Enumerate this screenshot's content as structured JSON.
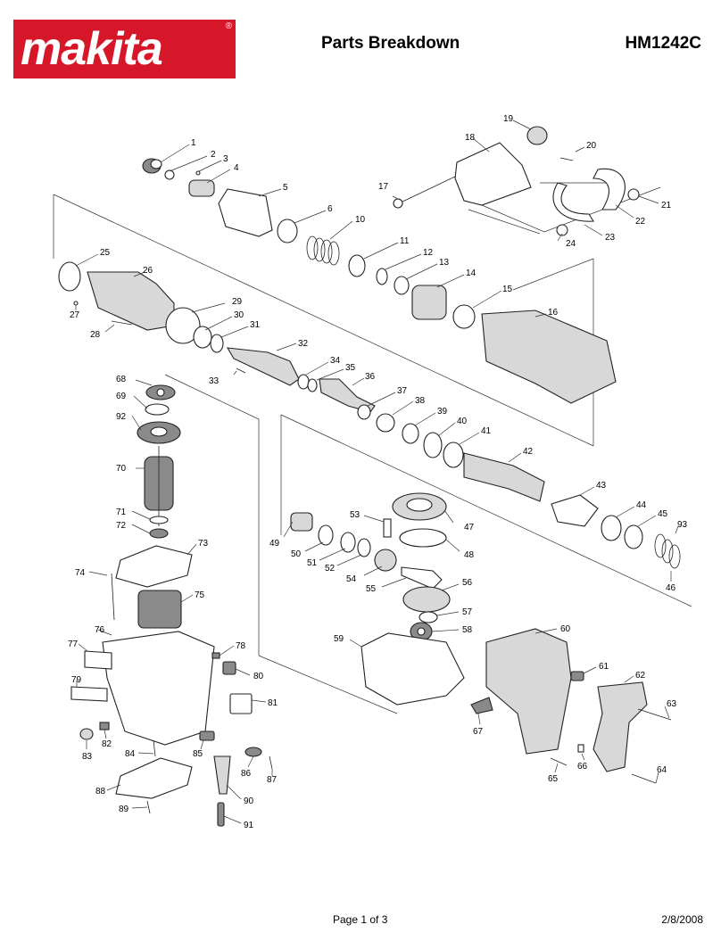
{
  "header": {
    "brand_logo": "makita",
    "registered_mark": "®",
    "title": "Parts Breakdown",
    "model": "HM1242C"
  },
  "footer": {
    "page": "Page 1 of 3",
    "date": "2/8/2008"
  },
  "part_labels": [
    "1",
    "2",
    "3",
    "4",
    "5",
    "6",
    "10",
    "11",
    "12",
    "13",
    "14",
    "15",
    "16",
    "17",
    "18",
    "19",
    "20",
    "21",
    "22",
    "23",
    "24",
    "25",
    "26",
    "27",
    "28",
    "29",
    "30",
    "31",
    "32",
    "33",
    "34",
    "35",
    "36",
    "37",
    "38",
    "39",
    "40",
    "41",
    "42",
    "43",
    "44",
    "45",
    "46",
    "47",
    "48",
    "49",
    "50",
    "51",
    "52",
    "53",
    "54",
    "55",
    "56",
    "57",
    "58",
    "59",
    "60",
    "61",
    "62",
    "63",
    "64",
    "65",
    "66",
    "67",
    "68",
    "69",
    "70",
    "71",
    "72",
    "73",
    "74",
    "75",
    "76",
    "77",
    "78",
    "79",
    "80",
    "81",
    "82",
    "83",
    "84",
    "85",
    "86",
    "87",
    "88",
    "89",
    "90",
    "91",
    "92",
    "93"
  ]
}
